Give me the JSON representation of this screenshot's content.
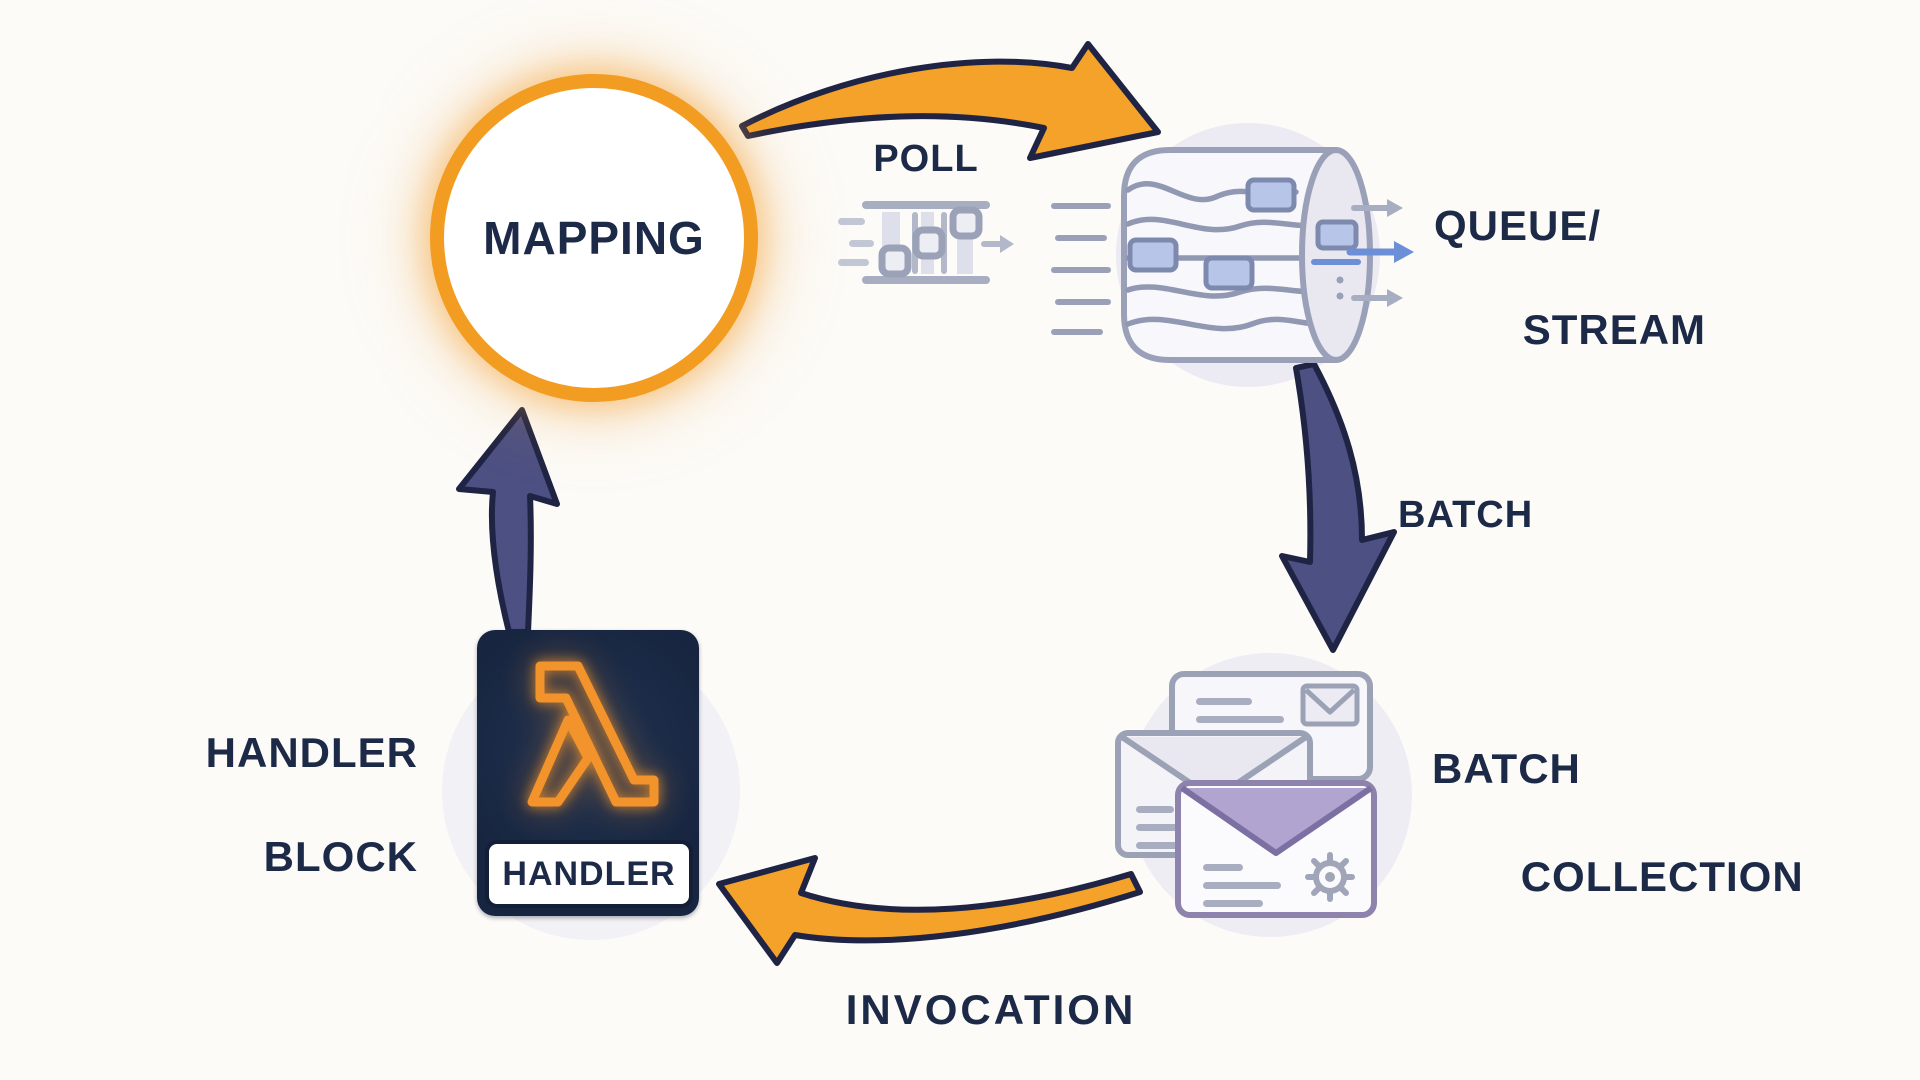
{
  "diagram": {
    "nodes": {
      "mapping": {
        "label": "MAPPING"
      },
      "queue_stream": {
        "line1": "QUEUE/",
        "line2": "STREAM"
      },
      "batch_collection": {
        "line1": "BATCH",
        "line2": "COLLECTION"
      },
      "handler_block": {
        "line1": "HANDLER",
        "line2": "BLOCK",
        "badge": "HANDLER"
      }
    },
    "edges": {
      "poll": {
        "label": "POLL"
      },
      "batch": {
        "label": "BATCH"
      },
      "invocation": {
        "label": "INVOCATION"
      }
    },
    "colors": {
      "background": "#FCFBF8",
      "text_navy": "#1C2A47",
      "orange": "#F39C22",
      "orange_arrow_fill": "#F5A22B",
      "navy_arrow_fill": "#4C5083",
      "arrow_outline": "#1F2444",
      "icon_gray": "#9AA0B8",
      "icon_blue_fill": "#B7C5E9",
      "icon_blue_accent": "#6D8FD8",
      "icon_purple": "#B1A4D1",
      "icon_bg_lavender": "#EDEBF3",
      "handler_block_bg": "#172540"
    }
  }
}
